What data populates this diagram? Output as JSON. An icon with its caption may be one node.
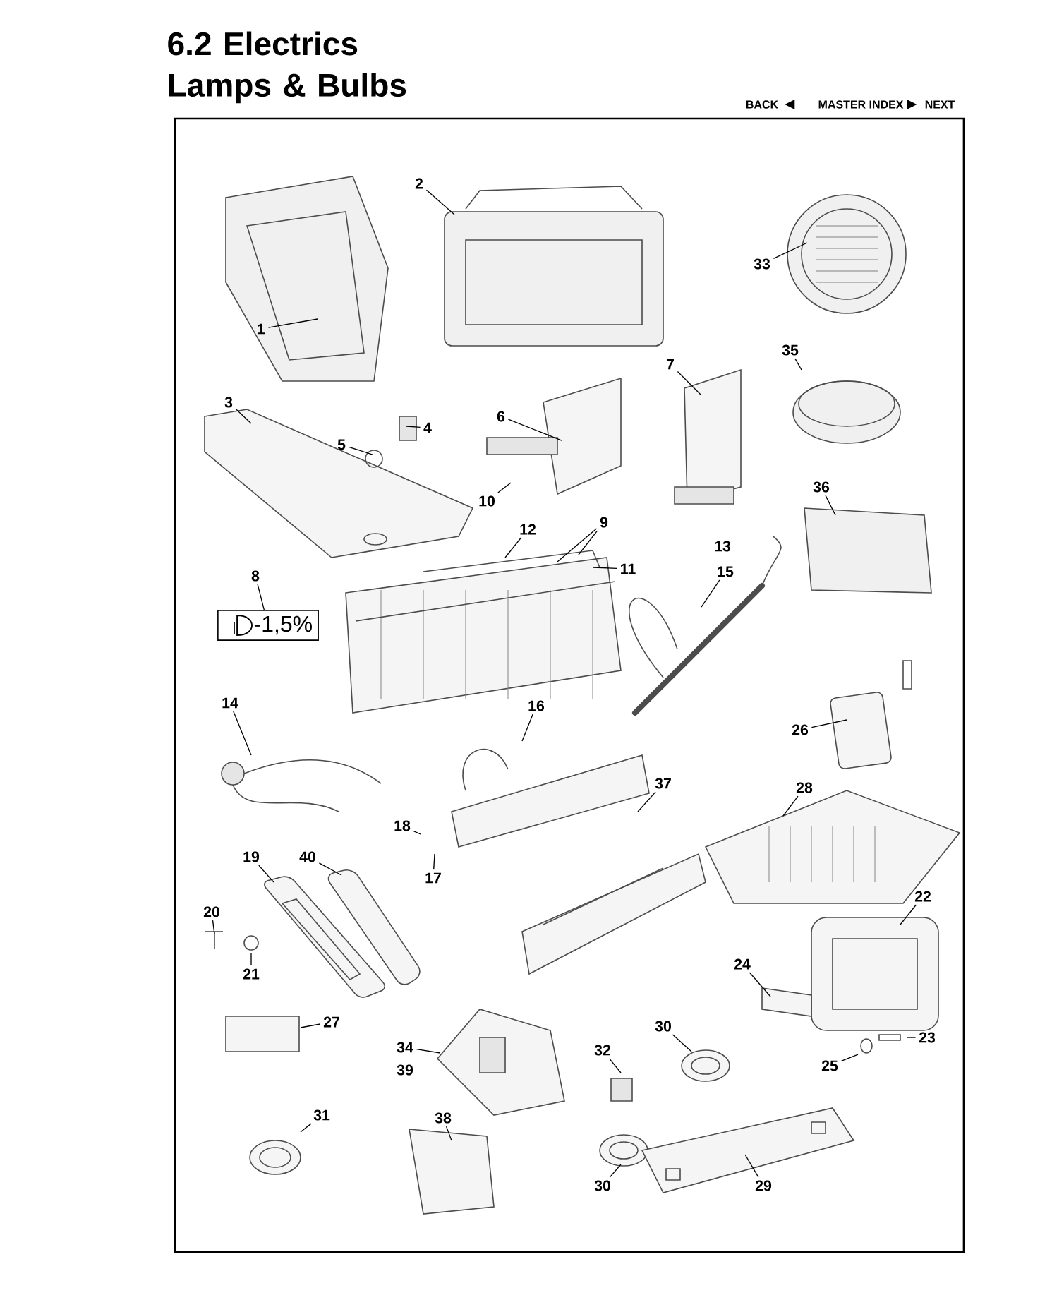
{
  "diagram": {
    "title": "6.2 Electrics Lamps & Bulbs",
    "nodes": [
      {
        "text": [
          "2"
        ]
      },
      {
        "text": [
          "33"
        ]
      },
      {
        "text": [
          "1"
        ]
      },
      {
        "text": [
          "35"
        ]
      },
      {
        "text": [
          "7"
        ]
      },
      {
        "text": [
          "3"
        ]
      },
      {
        "text": [
          "6"
        ]
      },
      {
        "text": [
          "4"
        ]
      },
      {
        "text": [
          "5"
        ]
      },
      {
        "text": [
          "36"
        ]
      },
      {
        "text": [
          "10"
        ]
      },
      {
        "text": [
          "12"
        ]
      },
      {
        "text": [
          "9"
        ]
      },
      {
        "text": [
          "11"
        ]
      },
      {
        "text": [
          "15"
        ]
      },
      {
        "text": [
          "8"
        ]
      },
      {
        "text": [
          "-1,5%"
        ]
      },
      {
        "text": [
          "14"
        ]
      },
      {
        "text": [
          "16"
        ]
      },
      {
        "text": [
          "26"
        ]
      },
      {
        "text": [
          "37"
        ]
      },
      {
        "text": [
          "28"
        ]
      },
      {
        "text": [
          "18"
        ]
      },
      {
        "text": [
          "19"
        ]
      },
      {
        "text": [
          "40"
        ]
      },
      {
        "text": [
          "17"
        ]
      },
      {
        "text": [
          "22"
        ]
      },
      {
        "text": [
          "20"
        ]
      },
      {
        "text": [
          "24"
        ]
      },
      {
        "text": [
          "21"
        ]
      },
      {
        "text": [
          "27"
        ]
      },
      {
        "text": [
          "30"
        ]
      },
      {
        "text": [
          "23"
        ]
      },
      {
        "text": [
          "34"
        ]
      },
      {
        "text": [
          "32"
        ]
      },
      {
        "text": [
          "25"
        ]
      },
      {
        "text": [
          "31"
        ]
      },
      {
        "text": [
          "38"
        ]
      },
      {
        "text": [
          "30"
        ]
      },
      {
        "text": [
          "29"
        ]
      }
    ],
    "edges": [
      {
        "from": 0,
        "to": null,
        "arrow": "none"
      },
      {
        "from": 1,
        "to": null,
        "arrow": "none"
      },
      {
        "from": 2,
        "to": null,
        "arrow": "none"
      },
      {
        "from": 3,
        "to": null,
        "arrow": "none"
      },
      {
        "from": 4,
        "to": null,
        "arrow": "none"
      },
      {
        "from": 5,
        "to": null,
        "arrow": "none"
      },
      {
        "from": 6,
        "to": null,
        "arrow": "none"
      },
      {
        "from": 7,
        "to": null,
        "arrow": "none"
      },
      {
        "from": 8,
        "to": null,
        "arrow": "none"
      },
      {
        "from": 9,
        "to": null,
        "arrow": "none"
      },
      {
        "from": 10,
        "to": null,
        "arrow": "none"
      },
      {
        "from": 11,
        "to": null,
        "arrow": "none"
      },
      {
        "from": 12,
        "to": null,
        "arrow": "none"
      },
      {
        "from": 12,
        "to": null,
        "arrow": "none"
      },
      {
        "from": 13,
        "to": null,
        "arrow": "none"
      },
      {
        "from": 14,
        "to": null,
        "arrow": "none"
      },
      {
        "from": 15,
        "to": 16,
        "arrow": "none"
      },
      {
        "from": 17,
        "to": null,
        "arrow": "none"
      },
      {
        "from": 18,
        "to": null,
        "arrow": "none"
      },
      {
        "from": 19,
        "to": null,
        "arrow": "none"
      },
      {
        "from": 20,
        "to": null,
        "arrow": "none"
      },
      {
        "from": 21,
        "to": null,
        "arrow": "none"
      },
      {
        "from": 22,
        "to": null,
        "arrow": "none"
      },
      {
        "from": 23,
        "to": null,
        "arrow": "none"
      },
      {
        "from": 24,
        "to": null,
        "arrow": "none"
      },
      {
        "from": 25,
        "to": null,
        "arrow": "none"
      },
      {
        "from": 26,
        "to": null,
        "arrow": "none"
      },
      {
        "from": 27,
        "to": null,
        "arrow": "none"
      },
      {
        "from": 28,
        "to": null,
        "arrow": "none"
      },
      {
        "from": 29,
        "to": null,
        "arrow": "none"
      },
      {
        "from": 30,
        "to": null,
        "arrow": "none"
      },
      {
        "from": 31,
        "to": null,
        "arrow": "none"
      },
      {
        "from": 32,
        "to": null,
        "arrow": "none"
      },
      {
        "from": 33,
        "to": null,
        "arrow": "none"
      },
      {
        "from": 34,
        "to": null,
        "arrow": "none"
      },
      {
        "from": 35,
        "to": null,
        "arrow": "none"
      },
      {
        "from": 36,
        "to": null,
        "arrow": "none"
      },
      {
        "from": 37,
        "to": null,
        "arrow": "none"
      },
      {
        "from": 38,
        "to": null,
        "arrow": "none"
      },
      {
        "from": 39,
        "to": null,
        "arrow": "none"
      }
    ],
    "labels": [
      "BACK",
      "MASTER INDEX",
      "NEXT",
      "13",
      "39"
    ]
  }
}
